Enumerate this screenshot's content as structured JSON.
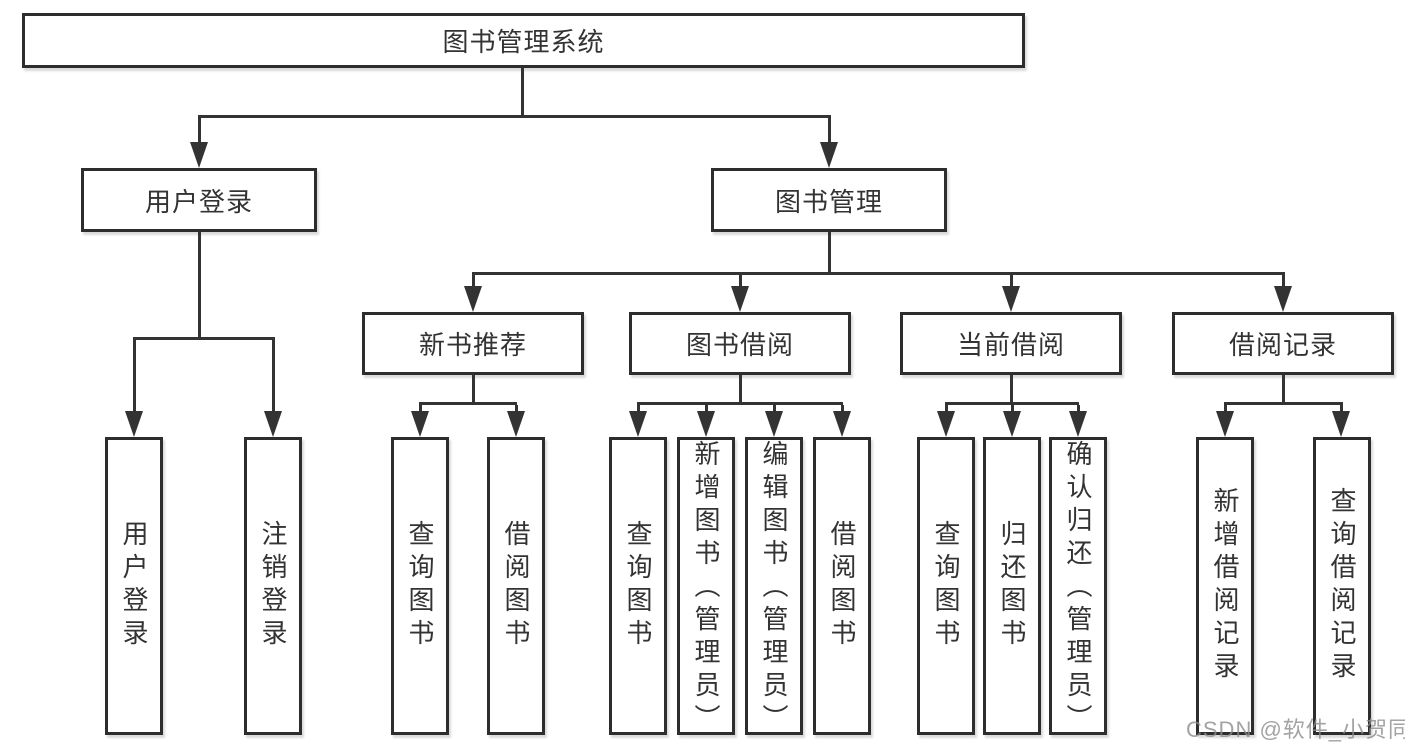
{
  "diagram": {
    "watermark": "CSDN @软件_小贺同学",
    "colors": {
      "background": "#ffffff",
      "line": "#333333",
      "box_border": "#2d2d2d",
      "box_fill": "#ffffff",
      "text": "#333333",
      "watermark_text": "#8c8c8c"
    },
    "tree": {
      "root": {
        "label": "图书管理系统"
      },
      "branches": [
        {
          "label": "用户登录",
          "children": [
            {
              "label": "用户登录"
            },
            {
              "label": "注销登录"
            }
          ]
        },
        {
          "label": "图书管理",
          "groups": [
            {
              "label": "新书推荐",
              "children": [
                {
                  "label": "查询图书"
                },
                {
                  "label": "借阅图书"
                }
              ]
            },
            {
              "label": "图书借阅",
              "children": [
                {
                  "label": "查询图书"
                },
                {
                  "label": "新增图书（管理员）"
                },
                {
                  "label": "编辑图书（管理员）"
                },
                {
                  "label": "借阅图书"
                }
              ]
            },
            {
              "label": "当前借阅",
              "children": [
                {
                  "label": "查询图书"
                },
                {
                  "label": "归还图书"
                },
                {
                  "label": "确认归还（管理员）"
                }
              ]
            },
            {
              "label": "借阅记录",
              "children": [
                {
                  "label": "新增借阅记录"
                },
                {
                  "label": "查询借阅记录"
                }
              ]
            }
          ]
        }
      ]
    }
  }
}
